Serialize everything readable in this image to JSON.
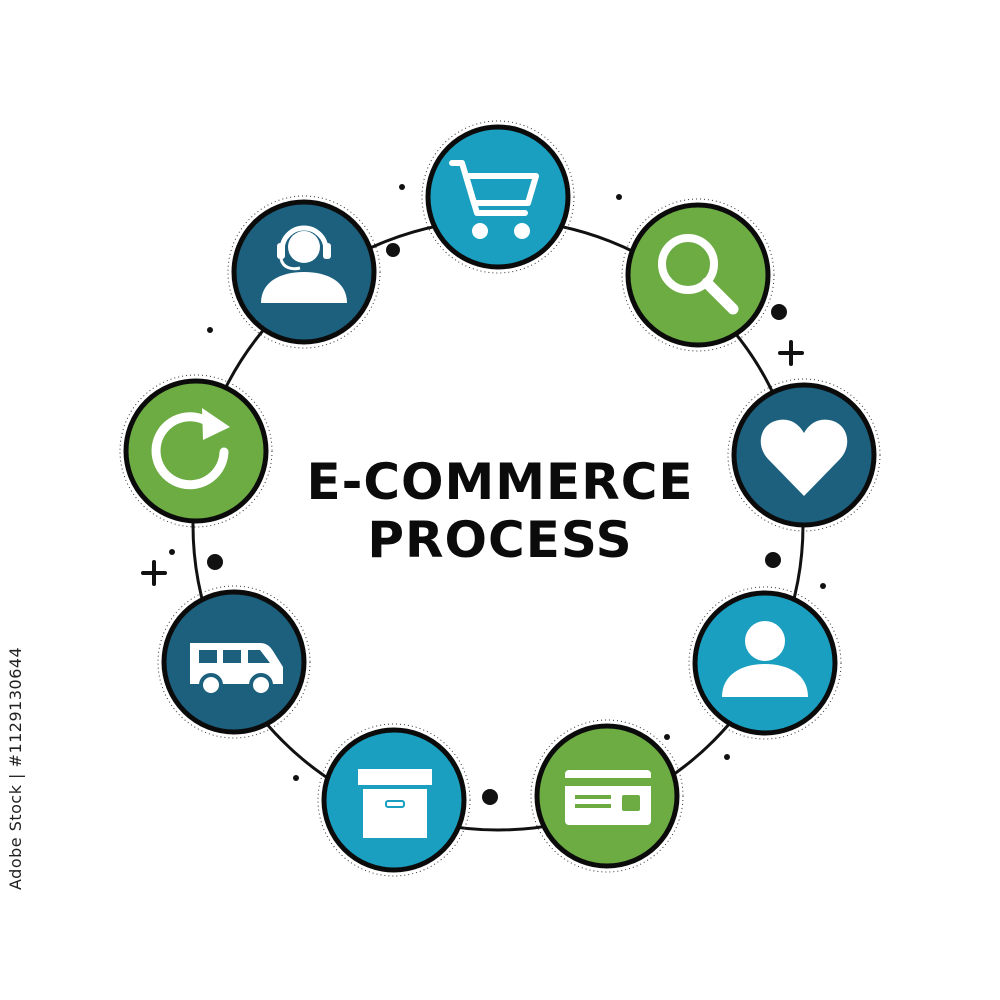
{
  "diagram": {
    "title_line_1": "E-COMMERCE",
    "title_line_2": "PROCESS"
  },
  "steps": [
    {
      "icon": "shopping-cart-icon",
      "color": "#1a9fc0"
    },
    {
      "icon": "search-icon",
      "color": "#6cac43"
    },
    {
      "icon": "heart-icon",
      "color": "#1c607e"
    },
    {
      "icon": "user-icon",
      "color": "#1a9fc0"
    },
    {
      "icon": "credit-card-icon",
      "color": "#6cac43"
    },
    {
      "icon": "package-box-icon",
      "color": "#1a9fc0"
    },
    {
      "icon": "delivery-van-icon",
      "color": "#1c607e"
    },
    {
      "icon": "refresh-icon",
      "color": "#6cac43"
    },
    {
      "icon": "support-headset-icon",
      "color": "#1c607e"
    }
  ],
  "watermark": {
    "stock_id": "Adobe Stock | #1129130644"
  },
  "colors": {
    "teal": "#1a9fc0",
    "green": "#6cac43",
    "navy": "#1c607e",
    "outline": "#0b0b0b"
  }
}
